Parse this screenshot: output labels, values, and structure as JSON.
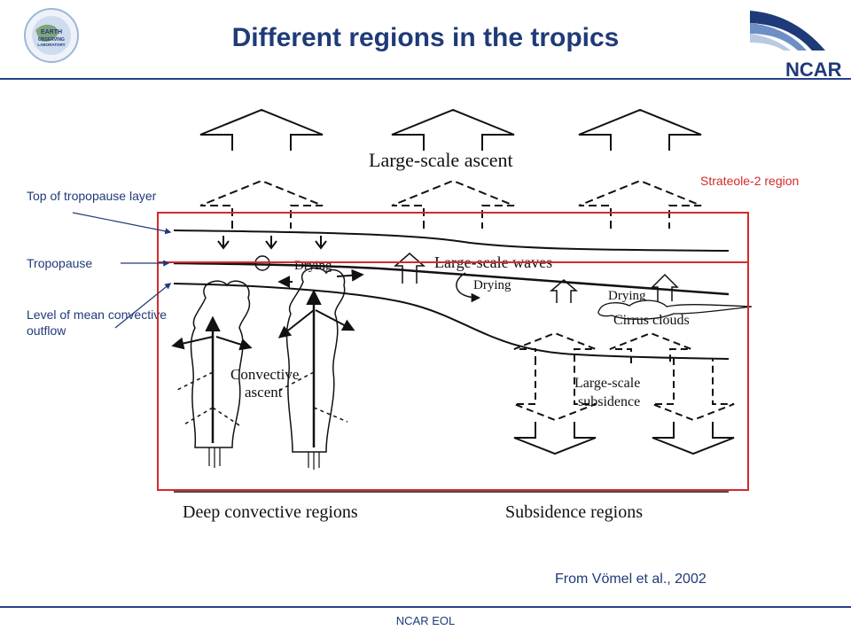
{
  "header": {
    "title": "Different regions in the tropics",
    "logo_left_text": "EARTH OBSERVING LABORATORY",
    "logo_right_text": "NCAR"
  },
  "annotations": {
    "top_of_tropopause_layer": "Top of tropopause layer",
    "tropopause": "Tropopause",
    "level_of_mean_convective_outflow": "Level of mean convective outflow",
    "strateole_region": "Strateole-2 region"
  },
  "diagram": {
    "large_scale_ascent": "Large-scale ascent",
    "large_scale_waves": "Large-scale waves",
    "drying": "Drying",
    "cirrus_clouds": "Cirrus clouds",
    "convective_ascent_line1": "Convective",
    "convective_ascent_line2": "ascent",
    "large_scale_subsidence_line1": "Large-scale",
    "large_scale_subsidence_line2": "subsidence",
    "deep_convective_regions": "Deep convective regions",
    "subsidence_regions": "Subsidence regions"
  },
  "citation": "From Vömel et al., 2002",
  "footer": "NCAR EOL",
  "colors": {
    "title": "#1f3a78",
    "rule": "#27408b",
    "annotation": "#1f3a78",
    "highlight": "#d42a2a",
    "diagram_ink": "#111111"
  }
}
